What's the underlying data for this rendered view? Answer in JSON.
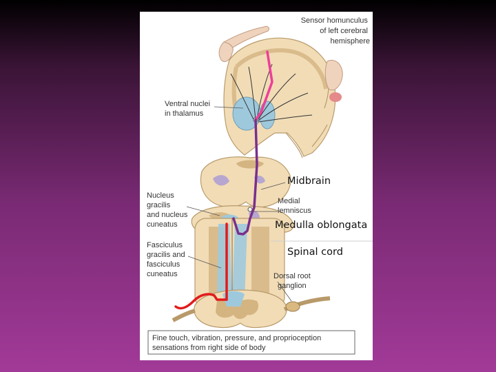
{
  "labels": {
    "homunculus": [
      "Sensor homunculus",
      "of left cerebral",
      "hemisphere"
    ],
    "ventral": [
      "Ventral nuclei",
      "in thalamus"
    ],
    "nucleus": [
      "Nucleus",
      "gracilis",
      "and nucleus",
      "cuneatus"
    ],
    "medial": [
      "Medial",
      "lemniscus"
    ],
    "fasciculus": [
      "Fasciculus",
      "gracilis and",
      "fasciculus",
      "cuneatus"
    ],
    "dorsal": [
      "Dorsal root",
      "ganglion"
    ],
    "caption": [
      "Fine touch, vibration, pressure, and proprioception",
      "sensations from right side of body"
    ]
  },
  "regions": {
    "midbrain": "Midbrain",
    "medulla": "Medulla oblongata",
    "spinal": "Spinal cord"
  },
  "colors": {
    "tissue": "#f1dcb6",
    "tissue_edge": "#b89a6a",
    "grey_matter": "#c7a36a",
    "blue": "#9ec9dd",
    "purple_area": "#b7a6cf",
    "pathway_pink": "#ee3e98",
    "pathway_purple": "#7a2f8c",
    "pathway_red": "#e21b1b"
  }
}
